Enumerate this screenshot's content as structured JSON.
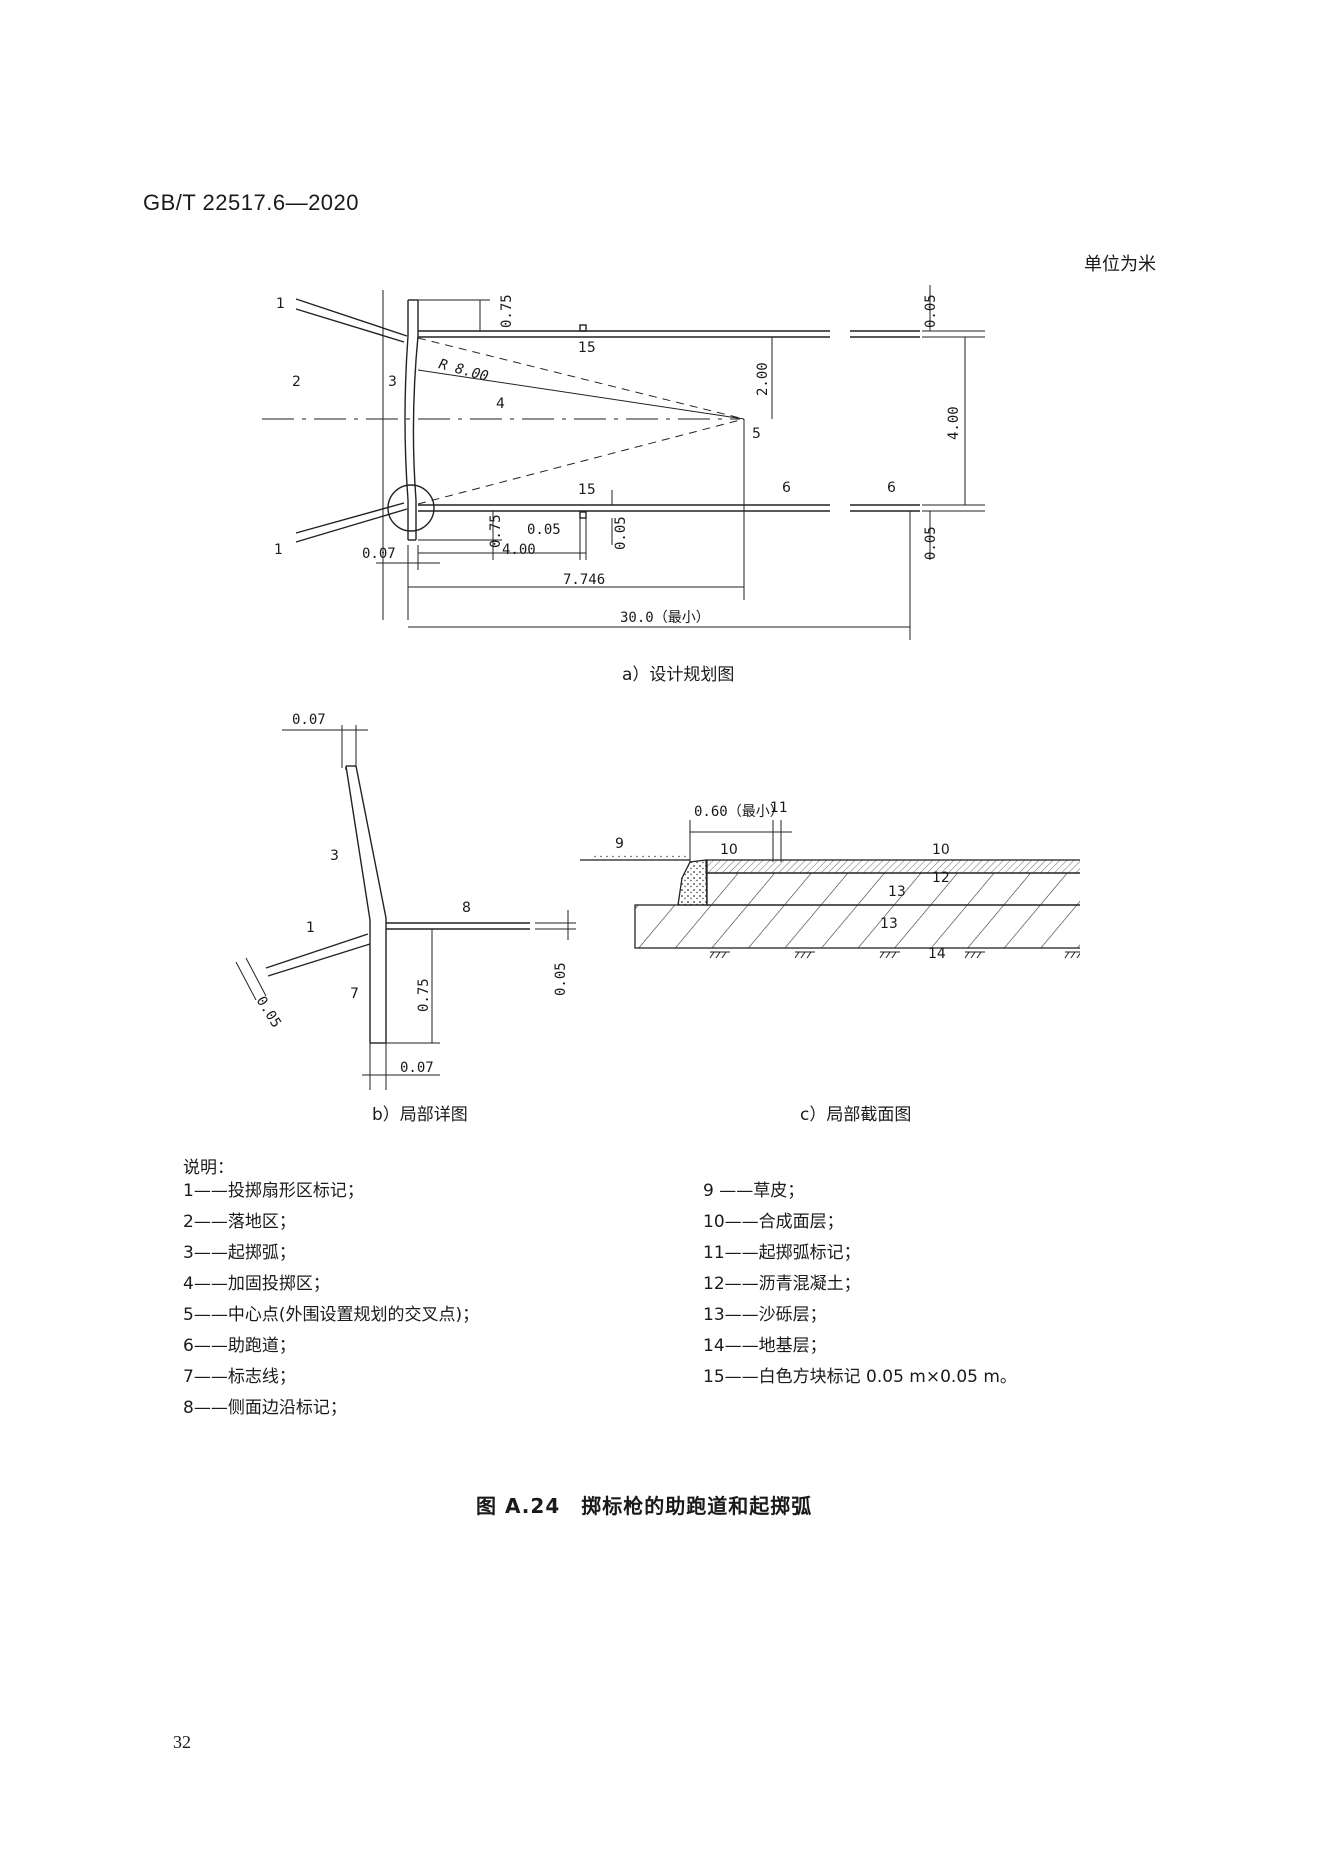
{
  "header": {
    "standard_code": "GB/T 22517.6—2020",
    "unit_note": "单位为米"
  },
  "figure_a": {
    "caption": "a）设计规划图",
    "labels": {
      "l1_top": "1",
      "l1_bottom": "1",
      "l2": "2",
      "l3": "3",
      "l4": "4",
      "l5": "5",
      "l6a": "6",
      "l6b": "6",
      "l15_top": "15",
      "l15_bottom": "15"
    },
    "dims": {
      "d075_top": "0.75",
      "d005_top": "0.05",
      "r800": "R 8.00",
      "d200": "2.00",
      "d400_v": "4.00",
      "d075_bottom": "0.75",
      "d005_a": "0.05",
      "d005_b": "0.05",
      "d005_right": "0.05",
      "d007": "0.07",
      "d400_h": "4.00",
      "d7746": "7.746",
      "d300": "30.0（最小）"
    }
  },
  "figure_b": {
    "caption": "b）局部详图",
    "labels": {
      "l3": "3",
      "l1": "1",
      "l8": "8",
      "l7": "7"
    },
    "dims": {
      "d007_top": "0.07",
      "d075": "0.75",
      "d005_right": "0.05",
      "d005_diag": "0.05",
      "d007_bottom": "0.07"
    }
  },
  "figure_c": {
    "caption": "c）局部截面图",
    "labels": {
      "l9": "9",
      "l10a": "10",
      "l10b": "10",
      "l11": "11",
      "l12": "12",
      "l13a": "13",
      "l13b": "13",
      "l14": "14"
    },
    "dims": {
      "d060": "0.60（最小）"
    }
  },
  "legend": {
    "title": "说明：",
    "left": [
      "1——投掷扇形区标记；",
      "2——落地区；",
      "3——起掷弧；",
      "4——加固投掷区；",
      "5——中心点(外围设置规划的交叉点)；",
      "6——助跑道；",
      "7——标志线；",
      "8——侧面边沿标记；"
    ],
    "right": [
      "9 ——草皮；",
      "10——合成面层；",
      "11——起掷弧标记；",
      "12——沥青混凝土；",
      "13——沙砾层；",
      "14——地基层；",
      "15——白色方块标记 0.05 m×0.05 m。"
    ]
  },
  "figure_title": "图 A.24　掷标枪的助跑道和起掷弧",
  "page_number": "32"
}
